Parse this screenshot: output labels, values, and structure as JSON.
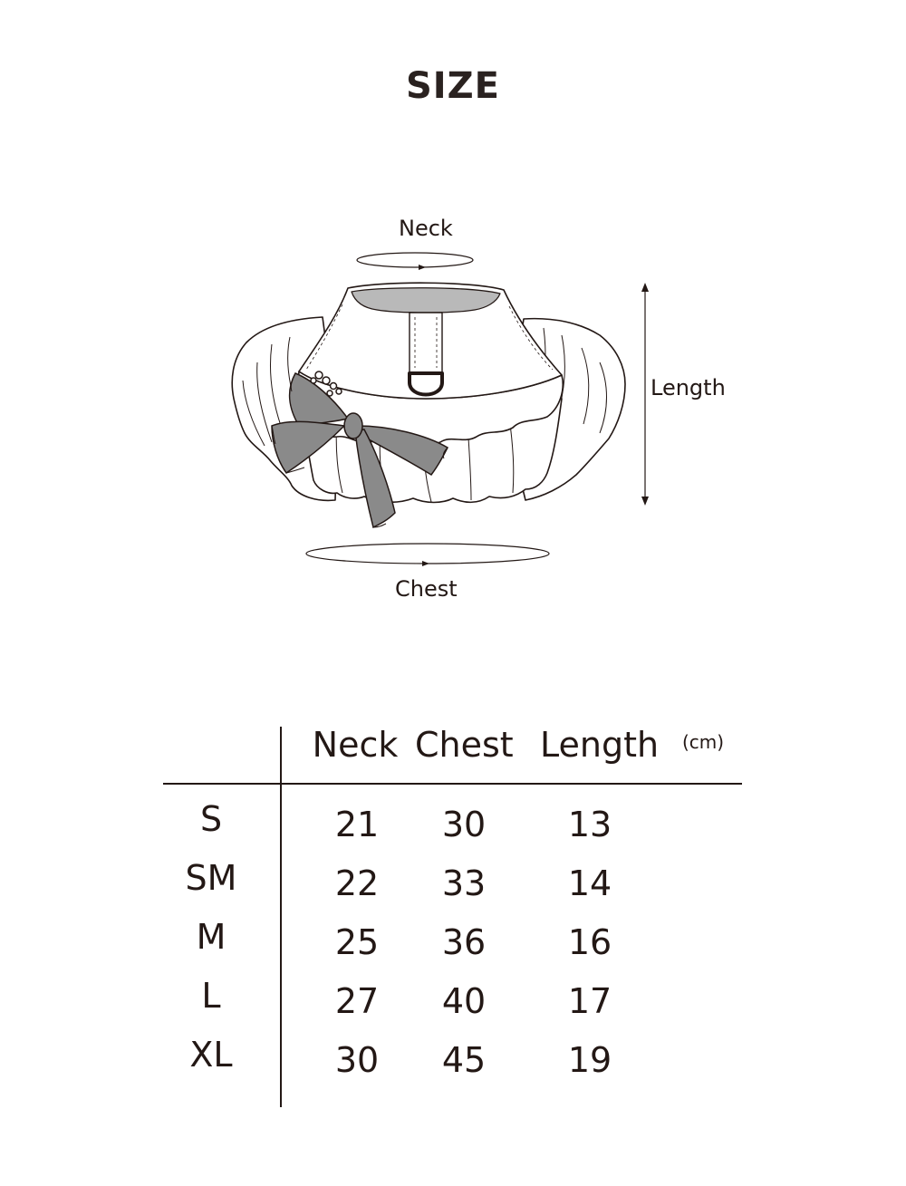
{
  "title": "SIZE",
  "diagram": {
    "neck_label": "Neck",
    "chest_label": "Chest",
    "length_label": "Length"
  },
  "table": {
    "unit": "(cm)",
    "headers": [
      "Neck",
      "Chest",
      "Length"
    ],
    "rows": [
      {
        "size": "S",
        "neck": "21",
        "chest": "30",
        "length": "13"
      },
      {
        "size": "SM",
        "neck": "22",
        "chest": "33",
        "length": "14"
      },
      {
        "size": "M",
        "neck": "25",
        "chest": "36",
        "length": "16"
      },
      {
        "size": "L",
        "neck": "27",
        "chest": "40",
        "length": "17"
      },
      {
        "size": "XL",
        "neck": "30",
        "chest": "45",
        "length": "19"
      }
    ]
  },
  "colors": {
    "text": "#231815",
    "bow": "#8a8a8a",
    "lining": "#b9b9b9"
  }
}
